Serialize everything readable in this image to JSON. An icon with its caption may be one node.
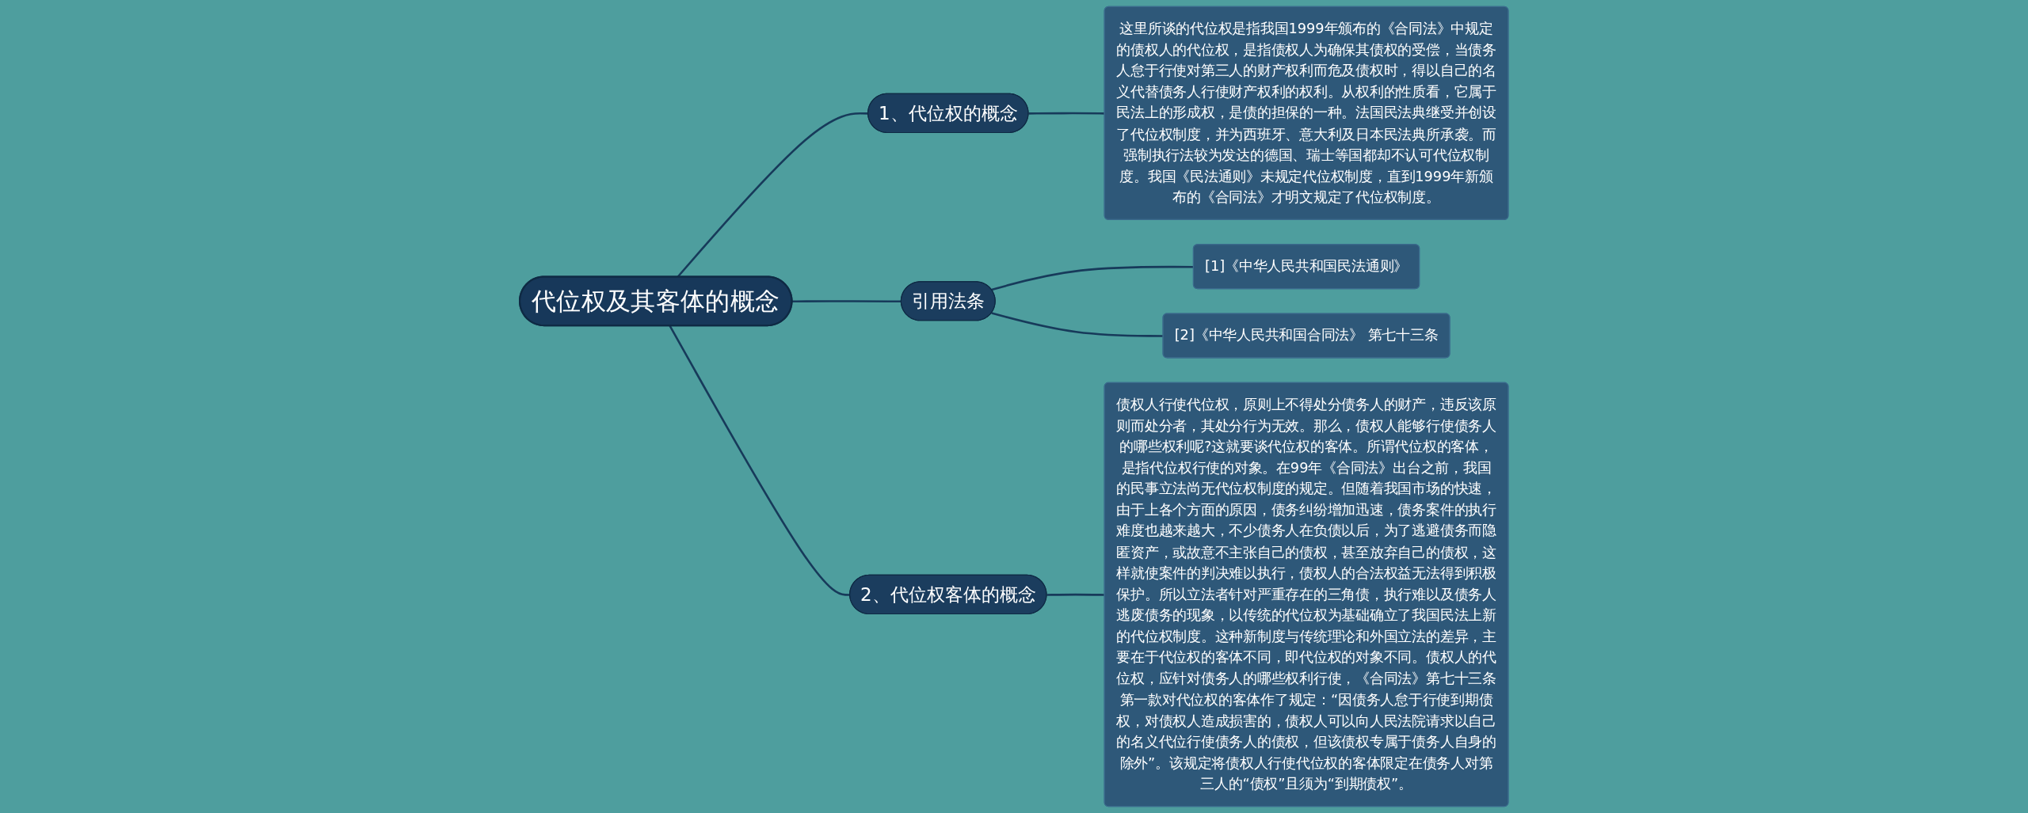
{
  "diagram": {
    "nodes": [
      {
        "text": [
          "代位权及其客体的概念"
        ]
      },
      {
        "text": [
          "1、代位权的概念"
        ]
      },
      {
        "text": [
          "这里所谈的代位权是指我国1999年颁布的《合同法》中规定的债权人的代位权，是指债权人为确保其债权的受偿，当债务人怠于行使对第三人的财产权利而危及债权时，得以自己的名义代替债务人行使财产权利的权利。从权利的性质看，它属于民法上的形成权，是债的担保的一种。法国民法典继受并创设了代位权制度，并为西班牙、意大利及日本民法典所承袭。而强制执行法较为发达的德国、瑞士等国都却不认可代位权制度。我国《民法通则》未规定代位权制度，直到1999年新颁布的《合同法》才明文规定了代位权制度。"
        ]
      },
      {
        "text": [
          "引用法条"
        ]
      },
      {
        "text": [
          "[1]《中华人民共和国民法通则》"
        ]
      },
      {
        "text": [
          "[2]《中华人民共和国合同法》 第七十三条"
        ]
      },
      {
        "text": [
          "2、代位权客体的概念"
        ]
      },
      {
        "text": [
          "债权人行使代位权，原则上不得处分债务人的财产，违反该原则而处分者，其处分行为无效。那么，债权人能够行使债务人的哪些权利呢?这就要谈代位权的客体。所谓代位权的客体，是指代位权行使的对象。在99年《合同法》出台之前，我国的民事立法尚无代位权制度的规定。但随着我国市场的快速，由于上各个方面的原因，债务纠纷增加迅速，债务案件的执行难度也越来越大，不少债务人在负债以后，为了逃避债务而隐匿资产，或故意不主张自己的债权，甚至放弃自己的债权，这样就使案件的判决难以执行，债权人的合法权益无法得到积极保护。所以立法者针对严重存在的三角债，执行难以及债务人逃废债务的现象，以传统的代位权为基础确立了我国民法上新的代位权制度。这种新制度与传统理论和外国立法的差异，主要在于代位权的客体不同，即代位权的对象不同。债权人的代位权，应针对债务人的哪些权利行使，《合同法》第七十三条第一款对代位权的客体作了规定：“因债务人怠于行使到期债权，对债权人造成损害的，债权人可以向人民法院请求以自己的名义代位行使债务人的债权，但该债权专属于债务人自身的除外”。该规定将债权人行使代位权的客体限定在债务人对第三人的“债权”且须为“到期债权”。"
        ]
      }
    ],
    "edges": [
      {
        "from": 0,
        "to": 1,
        "arrow": "none"
      },
      {
        "from": 1,
        "to": 2,
        "arrow": "none"
      },
      {
        "from": 0,
        "to": 3,
        "arrow": "none"
      },
      {
        "from": 3,
        "to": 4,
        "arrow": "none"
      },
      {
        "from": 3,
        "to": 5,
        "arrow": "none"
      },
      {
        "from": 0,
        "to": 6,
        "arrow": "none"
      },
      {
        "from": 6,
        "to": 7,
        "arrow": "none"
      }
    ]
  }
}
